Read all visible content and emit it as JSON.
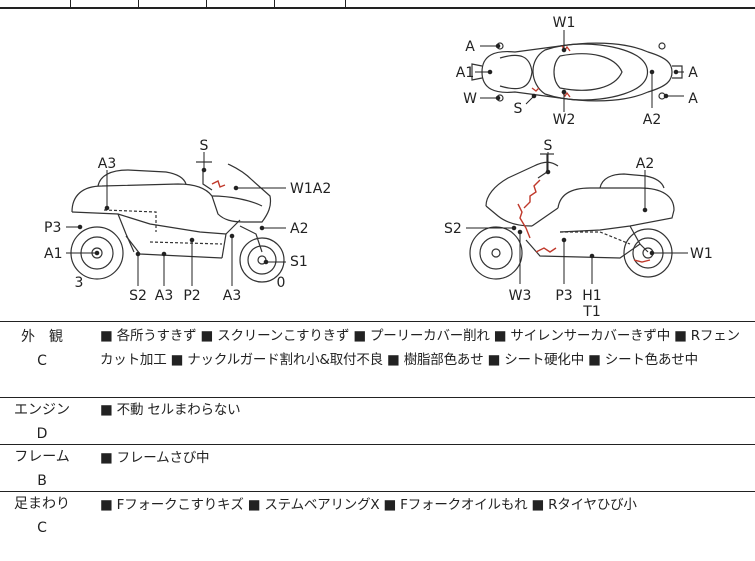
{
  "diagram": {
    "left_bike": {
      "labels": {
        "s": "S",
        "a3_top": "A3",
        "w1a2": "W1A2",
        "p3": "P3",
        "a2": "A2",
        "a1": "A1",
        "s1": "S1",
        "n3": "3",
        "s2": "S2",
        "a3_bot": "A3",
        "p2": "P2",
        "a3_low": "A3",
        "n0": "0"
      }
    },
    "right_bike": {
      "labels": {
        "s": "S",
        "a2_top": "A2",
        "s2": "S2",
        "w1": "W1",
        "w3": "W3",
        "p3": "P3",
        "h1": "H1",
        "t1": "T1"
      }
    },
    "top_view": {
      "labels": {
        "w1": "W1",
        "a_top_left": "A",
        "a1": "A1",
        "w": "W",
        "s": "S",
        "w2": "W2",
        "a2": "A2",
        "a_right_top": "A",
        "a_right_bot": "A"
      }
    }
  },
  "sections": [
    {
      "name": "外　観",
      "grade": "C",
      "text": "■ 各所うすきず ■ スクリーンこすりきず ■ プーリーカバー削れ ■ サイレンサーカバーきず中 ■ Rフェンカット加工 ■ ナックルガード割れ小&取付不良 ■ 樹脂部色あせ ■ シート硬化中 ■ シート色あせ中"
    },
    {
      "name": "エンジン",
      "grade": "D",
      "text": "■ 不動 セルまわらない"
    },
    {
      "name": "フレーム",
      "grade": "B",
      "text": "■ フレームさび中"
    },
    {
      "name": "足まわり",
      "grade": "C",
      "text": "■ Fフォークこすりキズ ■ ステムベアリングX ■ Fフォークオイルもれ ■ Rタイヤひび小"
    }
  ],
  "colors": {
    "damage": "#c0392b",
    "line": "#222222"
  }
}
